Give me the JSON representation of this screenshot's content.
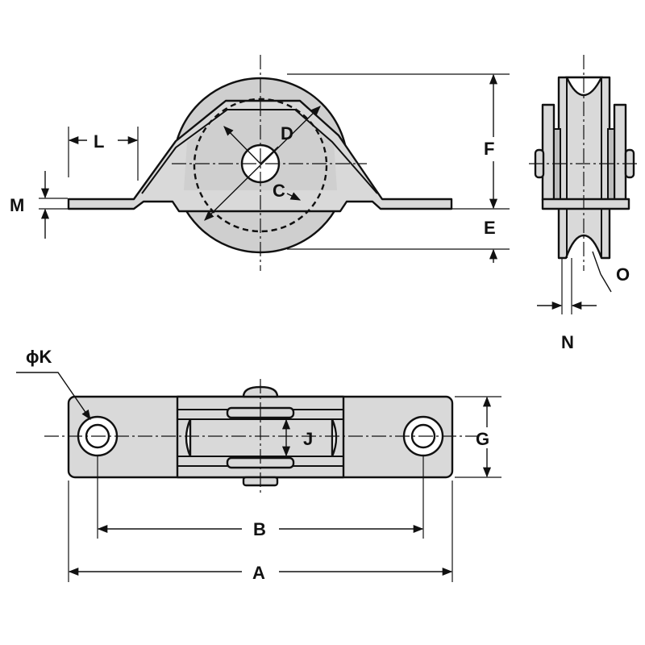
{
  "labels": {
    "L": "L",
    "M": "M",
    "D": "D",
    "C": "C",
    "F": "F",
    "E": "E",
    "O": "O",
    "N": "N",
    "K": "ϕK",
    "J": "J",
    "G": "G",
    "B": "B",
    "A": "A"
  },
  "colors": {
    "line": "#111111",
    "fill": "#d9d9d9",
    "background": "#ffffff"
  }
}
